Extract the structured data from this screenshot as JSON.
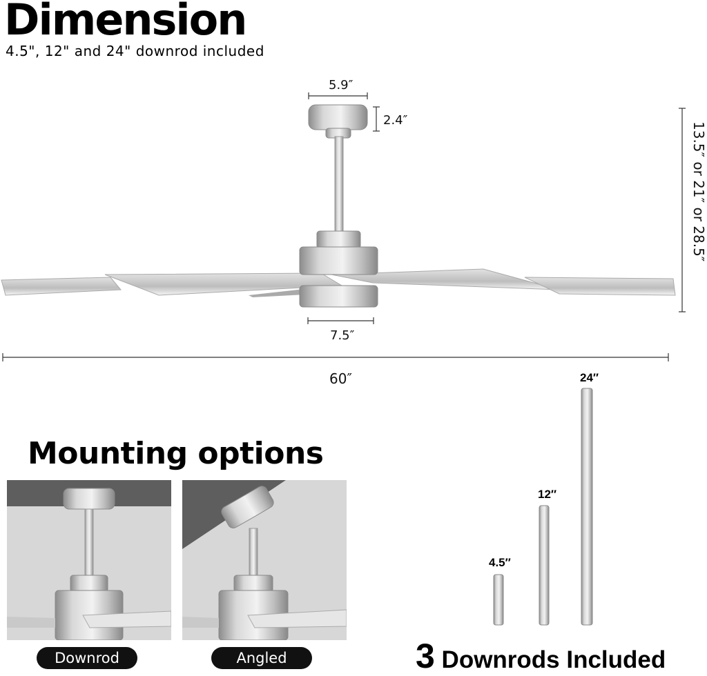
{
  "header": {
    "title": "Dimension",
    "subtitle": "4.5\", 12\" and 24\" downrod included"
  },
  "dimensions": {
    "span": "60″",
    "canopy_width": "5.9″",
    "canopy_height": "2.4″",
    "motor_width": "7.5″",
    "overall_height": "13.5″ or 21″ or 28.5″"
  },
  "mounting": {
    "title": "Mounting options",
    "options": [
      {
        "label": "Downrod"
      },
      {
        "label": "Angled"
      }
    ]
  },
  "downrods": {
    "lengths": [
      "4.5″",
      "12″",
      "24″"
    ],
    "count": "3",
    "title_rest": " Downrods Included"
  },
  "colors": {
    "metal": "#b5b5b5",
    "blade": "#c9c9c9",
    "ceiling_dark": "#5e5e5e",
    "pill": "#111111"
  }
}
